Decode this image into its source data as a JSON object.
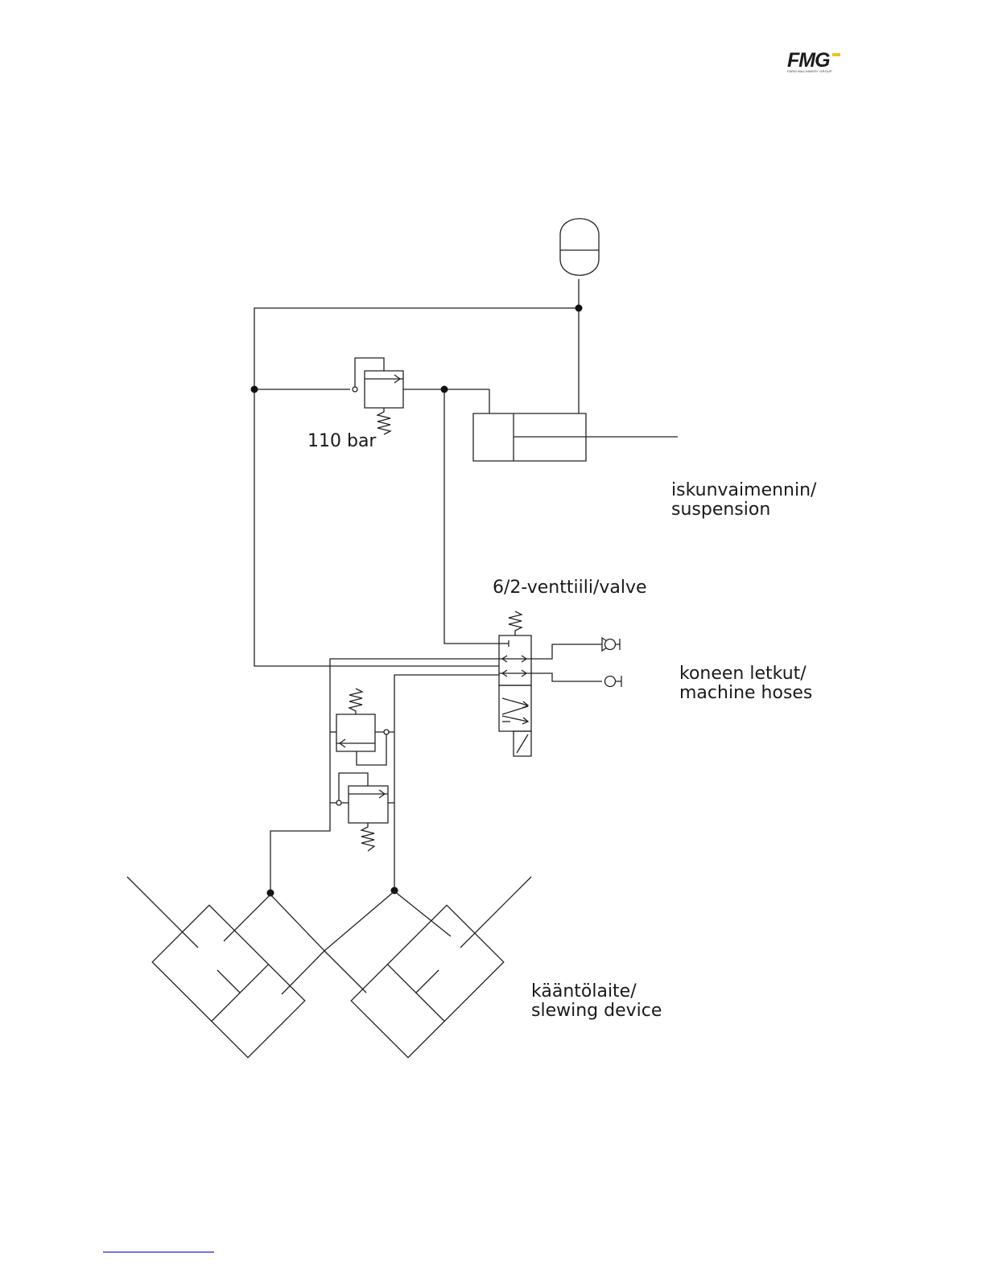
{
  "logo": {
    "text": "FMG",
    "subtext": "FARM MACHINERY GROUP",
    "colors": {
      "main": "#1b1b1b",
      "accent": "#e8c321"
    }
  },
  "labels": {
    "relief_pressure": "110 bar",
    "suspension_fi": "iskunvaimennin/",
    "suspension_en": "suspension",
    "valve": "6/2-venttiili/valve",
    "hoses_fi": "koneen letkut/",
    "hoses_en": "machine hoses",
    "slewing_fi": "kääntölaite/",
    "slewing_en": "slewing device"
  },
  "colors": {
    "line": "#222222",
    "text": "#1a1a1a",
    "footer_rule": "#0000cc"
  }
}
